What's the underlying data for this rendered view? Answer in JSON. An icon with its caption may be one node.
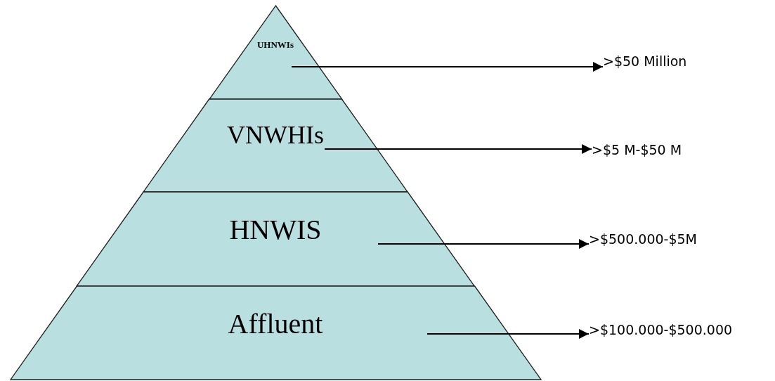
{
  "diagram": {
    "nodes": [
      {
        "text": [
          "UHNWIs"
        ]
      },
      {
        "text": [
          "VNWHIs"
        ]
      },
      {
        "text": [
          "HNWIS"
        ]
      },
      {
        "text": [
          "Affluent"
        ]
      },
      {
        "text": [
          ">$50 Million"
        ]
      },
      {
        "text": [
          ">$5 M-$50 M"
        ]
      },
      {
        "text": [
          ">$500.000-$5M"
        ]
      },
      {
        "text": [
          ">$100.000-$500.000"
        ]
      }
    ],
    "edges": [
      {
        "from": 0,
        "to": 4,
        "arrow": "to"
      },
      {
        "from": 1,
        "to": 5,
        "arrow": "to"
      },
      {
        "from": 2,
        "to": 6,
        "arrow": "to"
      },
      {
        "from": 3,
        "to": 7,
        "arrow": "to"
      }
    ]
  }
}
